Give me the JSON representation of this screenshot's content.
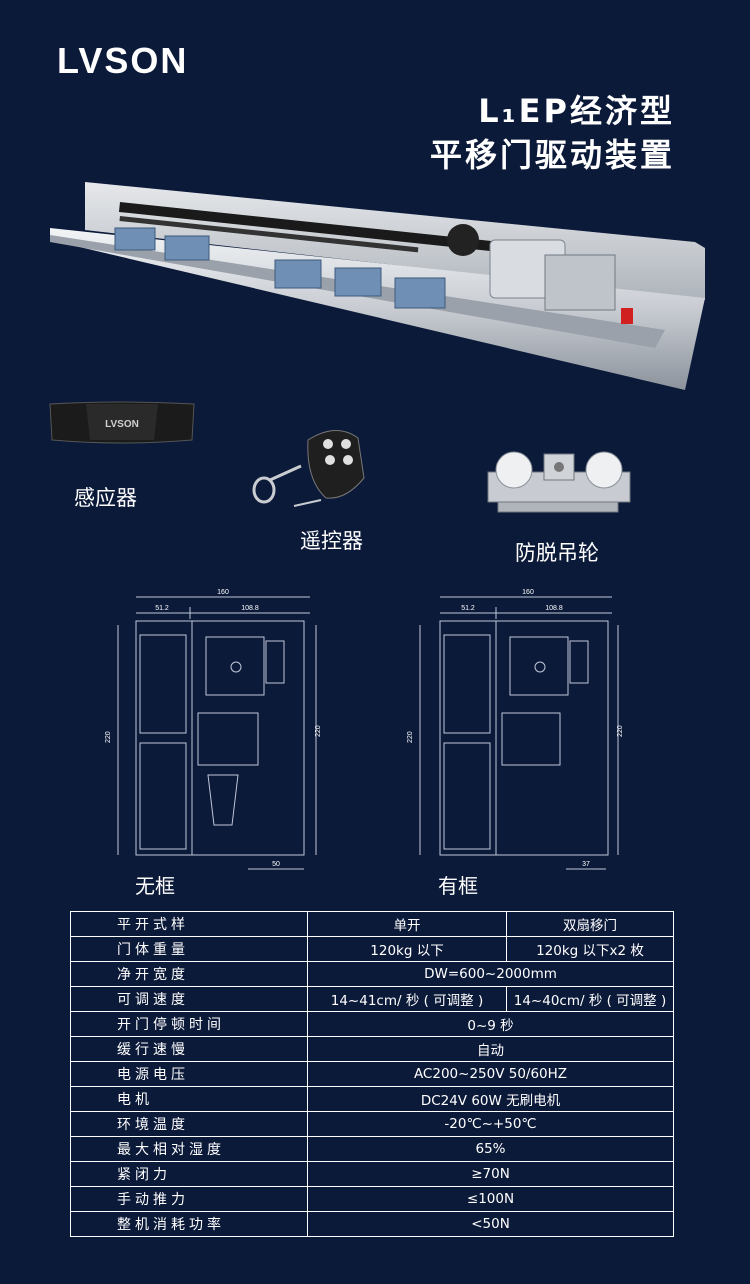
{
  "brand": "LVSON",
  "title": {
    "line1": "L₁EP经济型",
    "line2": "平移门驱动装置"
  },
  "accessories": [
    {
      "label": "感应器",
      "icon": "sensor-icon"
    },
    {
      "label": "遥控器",
      "icon": "remote-control-icon"
    },
    {
      "label": "防脱吊轮",
      "icon": "hanger-wheel-icon"
    }
  ],
  "sensor_logo": "LVSON",
  "drawings": [
    {
      "label": "无框",
      "dims": {
        "total": "160",
        "left": "51.2",
        "right": "108.8",
        "height_left": "220",
        "height_right": "220",
        "bottom": "50"
      }
    },
    {
      "label": "有框",
      "dims": {
        "total": "160",
        "left": "51.2",
        "right": "108.8",
        "height_left": "220",
        "height_right": "220",
        "bottom": "37"
      }
    }
  ],
  "spec_table": {
    "rows": [
      {
        "key": "平开式样",
        "v1": "单开",
        "v2": "双扇移门"
      },
      {
        "key": "门体重量",
        "v1": "120kg 以下",
        "v2": "120kg 以下x2 枚"
      },
      {
        "key": "净开宽度",
        "v": "DW=600~2000mm"
      },
      {
        "key": "可调速度",
        "v1": "14~41cm/ 秒 ( 可调整 )",
        "v2": "14~40cm/ 秒 ( 可调整 )"
      },
      {
        "key": "开门停顿时间",
        "v": "0~9 秒"
      },
      {
        "key": "缓行速慢",
        "v": "自动"
      },
      {
        "key": "电源电压",
        "v": "AC200~250V   50/60HZ"
      },
      {
        "key": "电机",
        "v": "DC24V 60W 无刷电机"
      },
      {
        "key": "环境温度",
        "v": "-20℃~+50℃"
      },
      {
        "key": "最大相对湿度",
        "v": "65%"
      },
      {
        "key": "紧闭力",
        "v": "≥70N"
      },
      {
        "key": "手动推力",
        "v": "≤100N"
      },
      {
        "key": "整机消耗功率",
        "v": "<50N"
      }
    ]
  }
}
